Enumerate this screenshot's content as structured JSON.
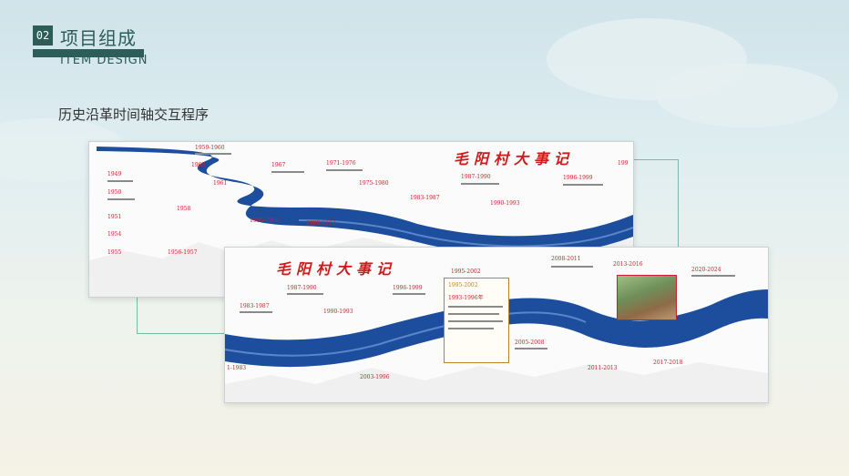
{
  "header": {
    "badge": "02",
    "title_cn": "项目组成",
    "title_en": "ITEM DESIGN"
  },
  "subtitle": "历史沿革时间轴交互程序",
  "colors": {
    "brand": "#2c5d58",
    "river": "#1d4e9e",
    "accent": "#c8202a",
    "gold": "#b4862b"
  },
  "panel_back": {
    "title": "毛阳村大事记",
    "years": [
      "1949",
      "1950",
      "1951",
      "1954",
      "1955",
      "1958",
      "1959-1960",
      "1961",
      "1963",
      "1965-1966",
      "1956-1957",
      "1967",
      "1968-1973",
      "1971-1976",
      "1975-1980",
      "1983-1987",
      "1987-1990",
      "1990-1993",
      "1996-1999",
      "199"
    ]
  },
  "panel_front": {
    "title": "毛阳村大事记",
    "years": [
      "1983-1987",
      "1987-1990",
      "1990-1993",
      "1996-1999",
      "1995-2002",
      "2005-2008",
      "2008-2011",
      "2011-2013",
      "2013-2016",
      "2017-2018",
      "2020-2024",
      "2003-1996",
      "1-1983"
    ],
    "popup": {
      "year": "1995-2002",
      "subyear": "1993-1996年"
    }
  }
}
